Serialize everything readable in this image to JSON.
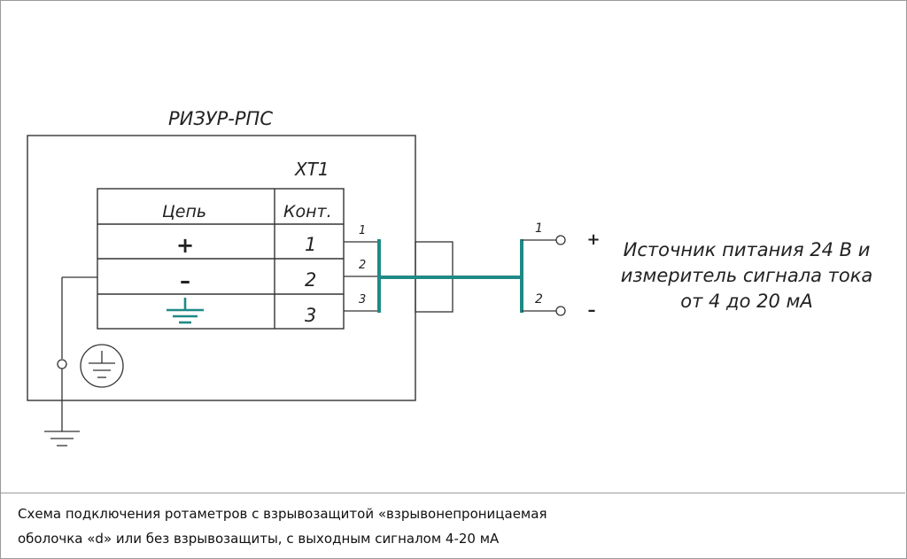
{
  "device_title": "РИЗУР-РПС",
  "terminal_block": "XT1",
  "table": {
    "col_circuit": "Цепь",
    "col_contact": "Конт.",
    "rows": [
      {
        "circuit": "+",
        "contact": "1"
      },
      {
        "circuit": "–",
        "contact": "2"
      },
      {
        "circuit": "ground",
        "contact": "3"
      }
    ]
  },
  "wire_numbers_left": [
    "1",
    "2",
    "3"
  ],
  "wire_numbers_right": [
    "1",
    "2"
  ],
  "source_terminals": [
    "+",
    "–"
  ],
  "source_label": [
    "Источник питания 24 В и",
    "измеритель сигнала тока",
    "от 4 до 20 мА"
  ],
  "caption": [
    "Схема подключения ротаметров с взрывозащитой «взрывонепроницаемая",
    "оболочка «d» или без взрывозащиты, с выходным сигналом 4-20 мА"
  ],
  "colors": {
    "cable": "#1f8a86",
    "line": "#333333"
  },
  "icons": [
    "ground-symbol-icon",
    "protective-earth-icon",
    "terminal-circle-icon"
  ]
}
